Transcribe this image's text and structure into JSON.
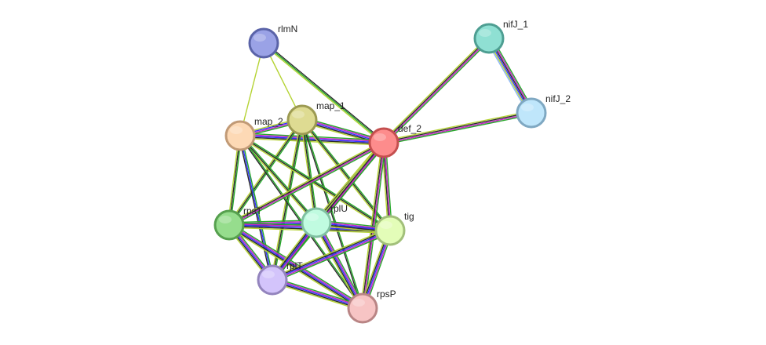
{
  "network": {
    "nodes": [
      {
        "id": "rlmN",
        "label": "rlmN",
        "color": "#9aa2e6",
        "stroke": "#5a63a8"
      },
      {
        "id": "nifJ_1",
        "label": "nifJ_1",
        "color": "#8fe0d3",
        "stroke": "#4e9e92"
      },
      {
        "id": "map_1",
        "label": "map_1",
        "color": "#dedb92",
        "stroke": "#9c9a52"
      },
      {
        "id": "map_2",
        "label": "map_2",
        "color": "#fdd9b5",
        "stroke": "#c19a76"
      },
      {
        "id": "def_2",
        "label": "def_2",
        "color": "#fd8c8c",
        "stroke": "#c44f4f"
      },
      {
        "id": "nifJ_2",
        "label": "nifJ_2",
        "color": "#bfe6fb",
        "stroke": "#7fa8c2"
      },
      {
        "id": "rpsT",
        "label": "rpsT",
        "color": "#96dd8d",
        "stroke": "#56a04e"
      },
      {
        "id": "rplU",
        "label": "rplU",
        "color": "#c0fbe0",
        "stroke": "#80c0a2"
      },
      {
        "id": "tig",
        "label": "tig",
        "color": "#e3fdb8",
        "stroke": "#a2c07a"
      },
      {
        "id": "rplT",
        "label": "rplT",
        "color": "#d3c4fb",
        "stroke": "#9384bd"
      },
      {
        "id": "rpsP",
        "label": "rpsP",
        "color": "#f7c4c4",
        "stroke": "#b98585"
      }
    ],
    "edges": [
      {
        "s": "rlmN",
        "t": "map_2",
        "colors": [
          "#b5d334"
        ]
      },
      {
        "s": "rlmN",
        "t": "map_1",
        "colors": [
          "#b5d334"
        ]
      },
      {
        "s": "rlmN",
        "t": "def_2",
        "colors": [
          "#2b2b2b",
          "#26a82a",
          "#b5d334"
        ]
      },
      {
        "s": "nifJ_1",
        "t": "def_2",
        "colors": [
          "#26a82a",
          "#c427c4",
          "#2b2b2b",
          "#b5d334"
        ]
      },
      {
        "s": "nifJ_1",
        "t": "nifJ_2",
        "colors": [
          "#26a82a",
          "#c427c4",
          "#2b2b2b",
          "#3333ff",
          "#b5d334",
          "#8ab4f8"
        ]
      },
      {
        "s": "nifJ_2",
        "t": "def_2",
        "colors": [
          "#26a82a",
          "#c427c4",
          "#2b2b2b",
          "#b5d334"
        ]
      },
      {
        "s": "map_1",
        "t": "map_2",
        "colors": [
          "#26a82a",
          "#c427c4",
          "#3333ff",
          "#b5d334"
        ]
      },
      {
        "s": "map_1",
        "t": "def_2",
        "colors": [
          "#26a82a",
          "#c427c4",
          "#3333ff",
          "#2b2b2b",
          "#b5d334"
        ]
      },
      {
        "s": "map_2",
        "t": "def_2",
        "colors": [
          "#26a82a",
          "#c427c4",
          "#3333ff",
          "#2b2b2b",
          "#b5d334"
        ]
      },
      {
        "s": "map_1",
        "t": "rpsT",
        "colors": [
          "#26a82a",
          "#2b2b2b",
          "#b5d334"
        ]
      },
      {
        "s": "map_1",
        "t": "rplU",
        "colors": [
          "#26a82a",
          "#2b2b2b",
          "#b5d334"
        ]
      },
      {
        "s": "map_1",
        "t": "tig",
        "colors": [
          "#26a82a",
          "#2b2b2b",
          "#b5d334"
        ]
      },
      {
        "s": "map_1",
        "t": "rplT",
        "colors": [
          "#26a82a",
          "#2b2b2b",
          "#b5d334"
        ]
      },
      {
        "s": "map_1",
        "t": "rpsP",
        "colors": [
          "#26a82a",
          "#2b2b2b"
        ]
      },
      {
        "s": "map_2",
        "t": "rpsT",
        "colors": [
          "#26a82a",
          "#2b2b2b",
          "#b5d334"
        ]
      },
      {
        "s": "map_2",
        "t": "rplU",
        "colors": [
          "#26a82a",
          "#2b2b2b",
          "#b5d334"
        ]
      },
      {
        "s": "map_2",
        "t": "tig",
        "colors": [
          "#26a82a",
          "#2b2b2b",
          "#b5d334"
        ]
      },
      {
        "s": "map_2",
        "t": "rplT",
        "colors": [
          "#26a82a",
          "#3333ff",
          "#2b2b2b"
        ]
      },
      {
        "s": "map_2",
        "t": "rpsP",
        "colors": [
          "#26a82a",
          "#2b2b2b"
        ]
      },
      {
        "s": "def_2",
        "t": "rpsT",
        "colors": [
          "#26a82a",
          "#c427c4",
          "#2b2b2b",
          "#b5d334"
        ]
      },
      {
        "s": "def_2",
        "t": "rplU",
        "colors": [
          "#26a82a",
          "#c427c4",
          "#3333ff",
          "#2b2b2b",
          "#b5d334"
        ]
      },
      {
        "s": "def_2",
        "t": "tig",
        "colors": [
          "#26a82a",
          "#c427c4",
          "#2b2b2b",
          "#b5d334"
        ]
      },
      {
        "s": "def_2",
        "t": "rplT",
        "colors": [
          "#26a82a",
          "#c427c4",
          "#2b2b2b",
          "#b5d334"
        ]
      },
      {
        "s": "def_2",
        "t": "rpsP",
        "colors": [
          "#26a82a",
          "#c427c4",
          "#2b2b2b",
          "#b5d334"
        ]
      },
      {
        "s": "rpsT",
        "t": "rplU",
        "colors": [
          "#26a82a",
          "#c427c4",
          "#3333ff",
          "#2b2b2b",
          "#b5d334"
        ]
      },
      {
        "s": "rpsT",
        "t": "tig",
        "colors": [
          "#26a82a",
          "#c427c4",
          "#3333ff",
          "#2b2b2b",
          "#b5d334"
        ]
      },
      {
        "s": "rpsT",
        "t": "rplT",
        "colors": [
          "#26a82a",
          "#c427c4",
          "#3333ff",
          "#2b2b2b",
          "#b5d334"
        ]
      },
      {
        "s": "rpsT",
        "t": "rpsP",
        "colors": [
          "#26a82a",
          "#c427c4",
          "#3333ff",
          "#2b2b2b",
          "#b5d334"
        ]
      },
      {
        "s": "rplU",
        "t": "tig",
        "colors": [
          "#26a82a",
          "#c427c4",
          "#3333ff",
          "#2b2b2b",
          "#b5d334"
        ]
      },
      {
        "s": "rplU",
        "t": "rplT",
        "colors": [
          "#26a82a",
          "#c427c4",
          "#3333ff",
          "#2b2b2b",
          "#b5d334"
        ]
      },
      {
        "s": "rplU",
        "t": "rpsP",
        "colors": [
          "#26a82a",
          "#c427c4",
          "#3333ff",
          "#2b2b2b",
          "#b5d334"
        ]
      },
      {
        "s": "tig",
        "t": "rplT",
        "colors": [
          "#26a82a",
          "#c427c4",
          "#3333ff",
          "#2b2b2b",
          "#b5d334"
        ]
      },
      {
        "s": "tig",
        "t": "rpsP",
        "colors": [
          "#26a82a",
          "#c427c4",
          "#3333ff",
          "#2b2b2b",
          "#b5d334"
        ]
      },
      {
        "s": "rplT",
        "t": "rpsP",
        "colors": [
          "#26a82a",
          "#c427c4",
          "#3333ff",
          "#2b2b2b",
          "#b5d334"
        ]
      }
    ]
  }
}
